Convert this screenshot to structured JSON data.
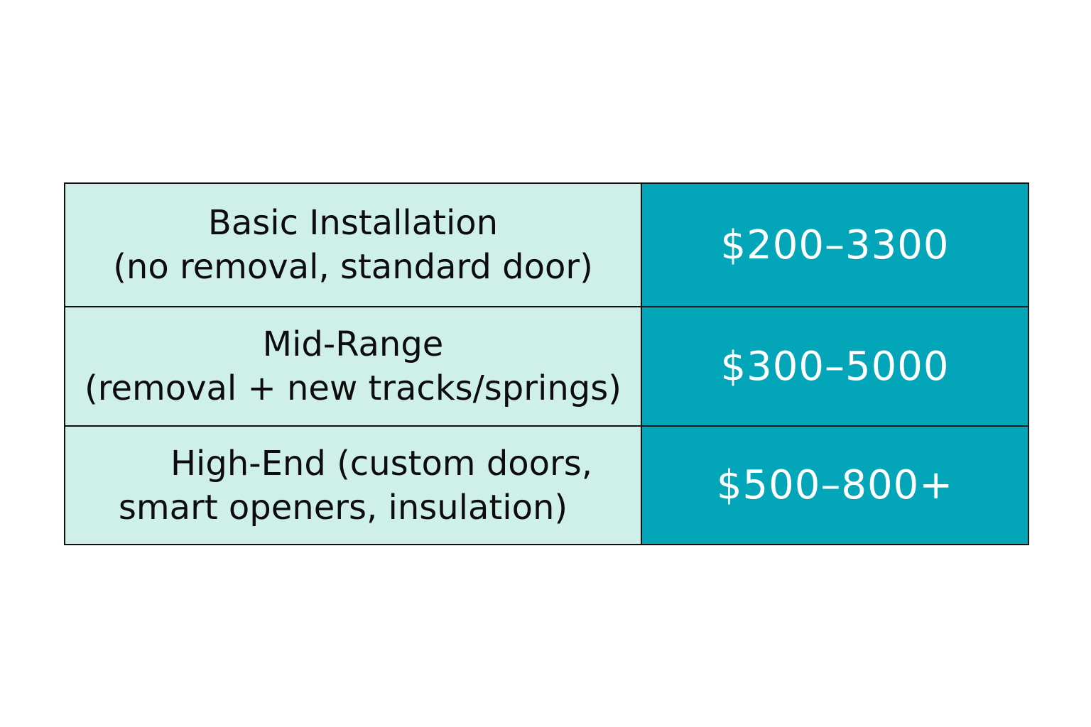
{
  "chart_data": {
    "type": "table",
    "rows": [
      {
        "description": [
          "Basic Installation",
          "(no removal, standard door)"
        ],
        "price": "$200–3300"
      },
      {
        "description": [
          "Mid-Range",
          "(removal + new tracks/springs)"
        ],
        "price": "$300–5000"
      },
      {
        "description": [
          "High-End (custom doors,",
          "smart openers, insulation)"
        ],
        "price": "$500–800+"
      }
    ]
  },
  "colors": {
    "description_background": "#cff0e8",
    "price_background": "#03a6b9",
    "price_text": "#ffffff",
    "border": "#111111"
  }
}
